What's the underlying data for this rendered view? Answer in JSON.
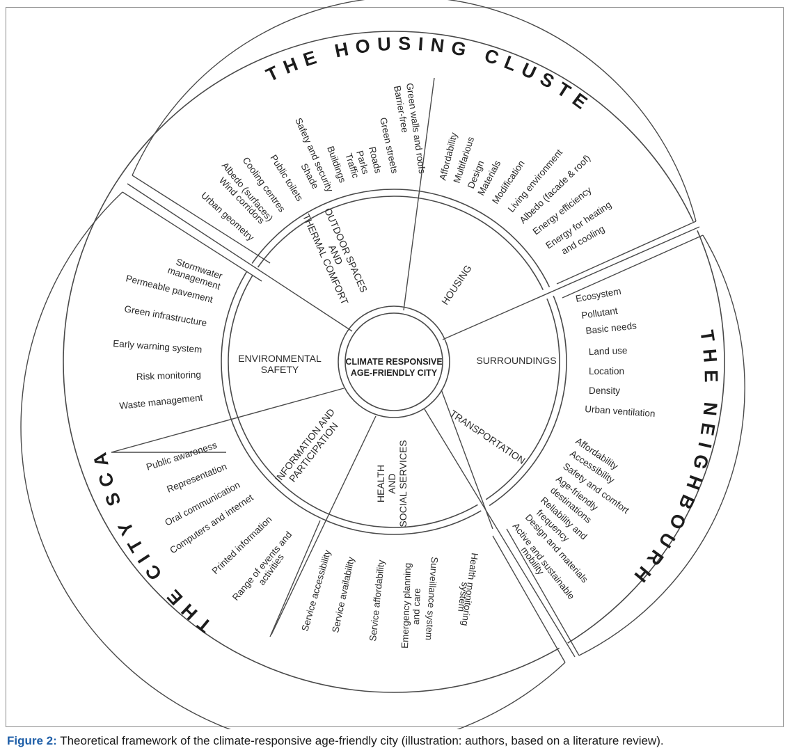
{
  "center": {
    "line1": "CLIMATE RESPONSIVE",
    "line2": "AGE-FRIENDLY CITY"
  },
  "scales": {
    "housing_cluster": "THE HOUSING CLUSTER",
    "neighbourhood": "THE NEIGHBOURHOOD SCALE",
    "city": "THE CITY SCALE"
  },
  "domains": {
    "outdoor": [
      "OUTDOOR SPACES",
      "AND",
      "THERMAL COMFORT"
    ],
    "housing": [
      "HOUSING"
    ],
    "surroundings": [
      "SURROUNDINGS"
    ],
    "transportation": [
      "TRANSPORTATION"
    ],
    "health": [
      "HEALTH",
      "AND",
      "SOCIAL SERVICES"
    ],
    "information": [
      "INFORMATION AND",
      "PARTICIPATION"
    ],
    "environmental": [
      "ENVIRONMENTAL",
      "SAFETY"
    ]
  },
  "items": {
    "outdoor": [
      "Green walls and roofs",
      "Barrier-free",
      "Green streets",
      "Roads",
      "Parks",
      "Traffic",
      "Buildings",
      "Safety and security",
      "Shade",
      "Public toilets",
      "Cooling centres",
      "Albedo (surfaces)",
      "Wind corridors",
      "Urban geometry"
    ],
    "housing": [
      "Affordability",
      "Multifarious",
      "Design",
      "Materials",
      "Modification",
      "Living environment",
      "Albedo (facade & roof)",
      "Energy efficiency",
      "Energy for heating",
      "and cooling"
    ],
    "surroundings": [
      "Ecosystem",
      "Pollutant",
      "Basic needs",
      "Land use",
      "Location",
      "Density",
      "Urban ventilation"
    ],
    "transportation": [
      "Affordability",
      "Accessibility",
      "Safety and comfort",
      "Age-friendly",
      "destinations",
      "Reliability and",
      "frequency",
      "Design and materials",
      "Active and sustainable",
      "mobility"
    ],
    "health": [
      "Service accessibility",
      "Service availability",
      "Service affordability",
      "Emergency planning",
      "and care",
      "Surveillance system",
      "Health monitoring",
      "system"
    ],
    "information": [
      "Public awareness",
      "Representation",
      "Oral communication",
      "Computers and internet",
      "Printed information",
      "Range of events and",
      "activities"
    ],
    "environmental": [
      "Stormwater",
      "management",
      "Permeable pavement",
      "Green infrastructure",
      "Early warning system",
      "Risk monitoring",
      "Waste management"
    ]
  },
  "caption": {
    "label": "Figure 2:",
    "text": " Theoretical framework of the climate-responsive age-friendly city (illustration: authors, based on a literature review)."
  }
}
